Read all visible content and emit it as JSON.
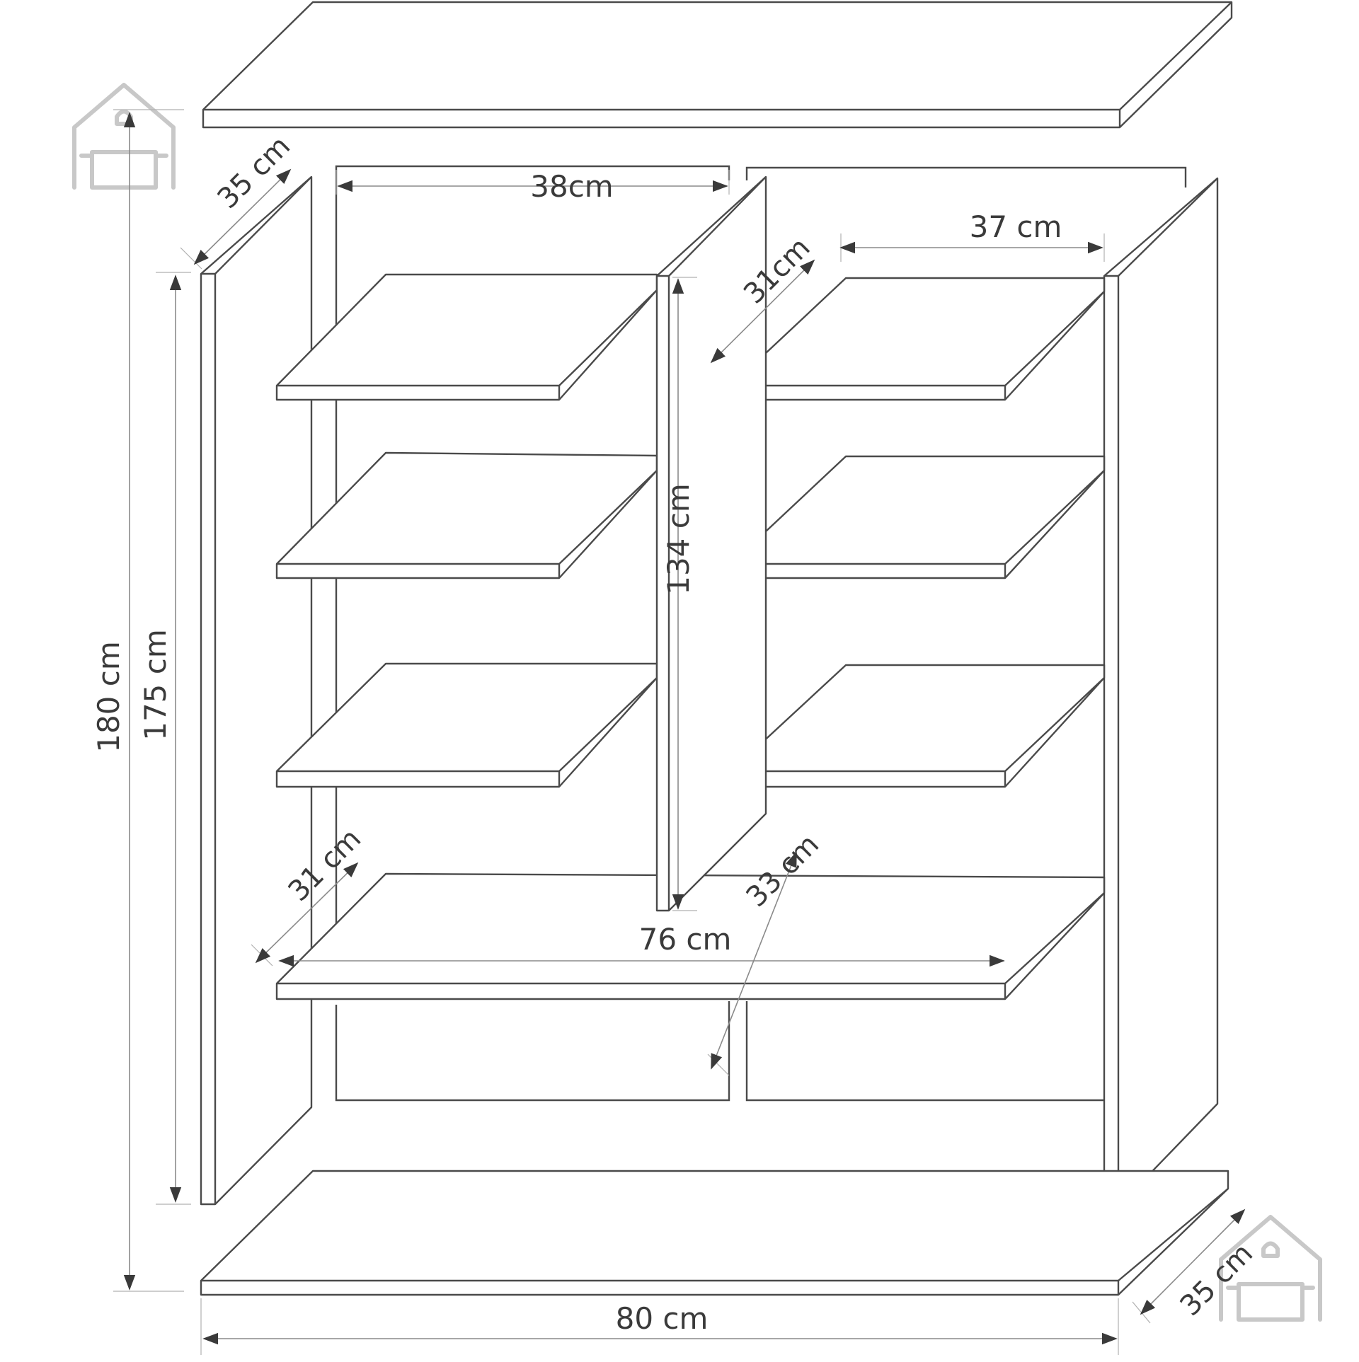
{
  "dimensions": {
    "top_depth": "35 cm",
    "inner_width_left": "38cm",
    "inner_width_right": "37 cm",
    "shelf_depth_right": "31cm",
    "total_height": "180 cm",
    "side_height": "175 cm",
    "divider_height": "134 cm",
    "bottom_shelf_depth_left": "31 cm",
    "bottom_shelf_depth_right": "33 cm",
    "bottom_shelf_width": "76 cm",
    "total_width": "80 cm",
    "base_depth": "35 cm"
  },
  "colors": {
    "line": "#4a4a4a",
    "dimension": "#8a8a8a",
    "arrow": "#3a3a3a",
    "logo": "#c8c8c8"
  },
  "icons": [
    "house-sofa-logo-icon"
  ]
}
